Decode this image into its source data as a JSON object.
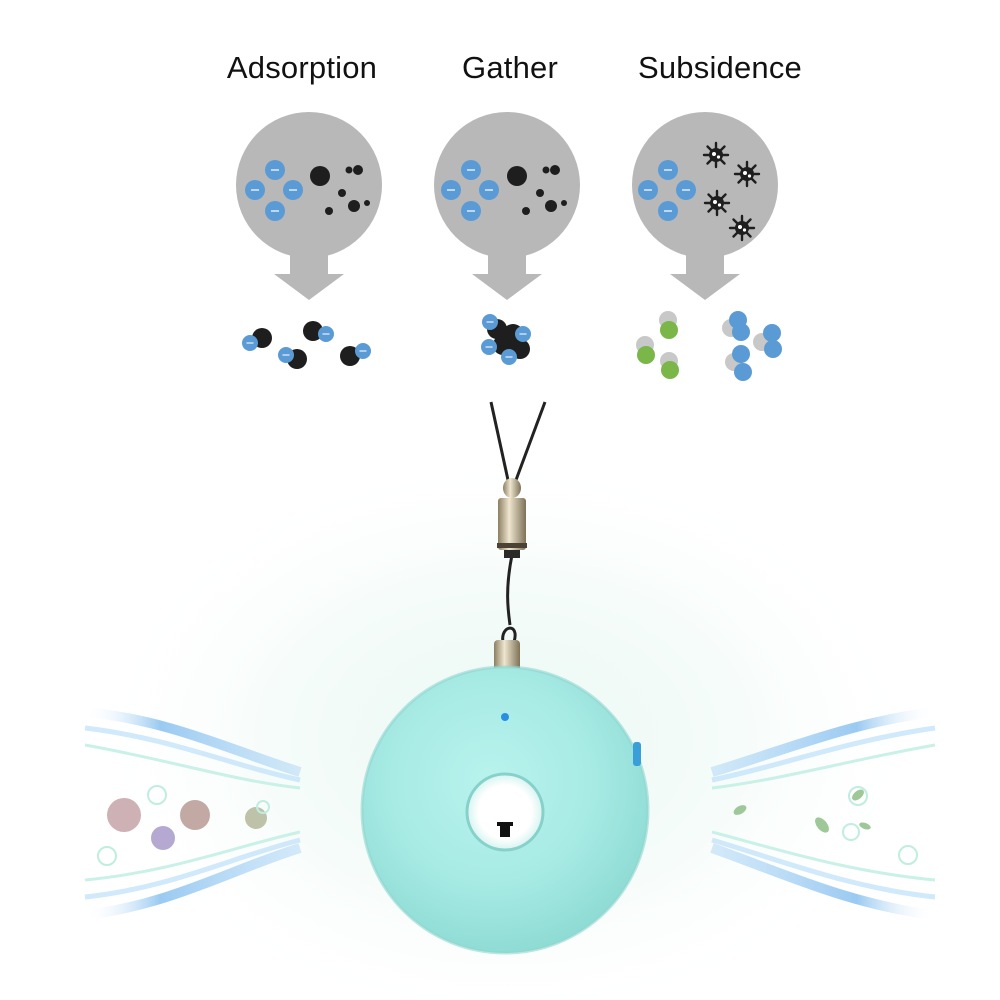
{
  "stages": [
    {
      "id": "adsorption",
      "label": "Adsorption",
      "particles": "dispersed-pairs"
    },
    {
      "id": "gather",
      "label": "Gather",
      "particles": "clustered"
    },
    {
      "id": "subsidence",
      "label": "Subsidence",
      "particles": "settled-molecules"
    }
  ],
  "ion_sign": "—",
  "colors": {
    "bubble": "#b8b8b8",
    "ion_blue": "#5b9bd5",
    "particle_black": "#1e1e1e",
    "molecule_green": "#7ab648",
    "molecule_gray": "#c8c8c8",
    "device_body": "#a9ece6",
    "device_shadow": "#7fd3cc",
    "airflow_blue": "#8fc4f0",
    "airflow_green": "#9ee6d8",
    "lanyard": "#222222",
    "connector_metal": "#c9b98f"
  },
  "device": {
    "name": "wearable-air-purifier-necklace",
    "indicator_light": "blue"
  },
  "airflow": {
    "left": "polluted-air-in",
    "right": "clean-air-out"
  }
}
